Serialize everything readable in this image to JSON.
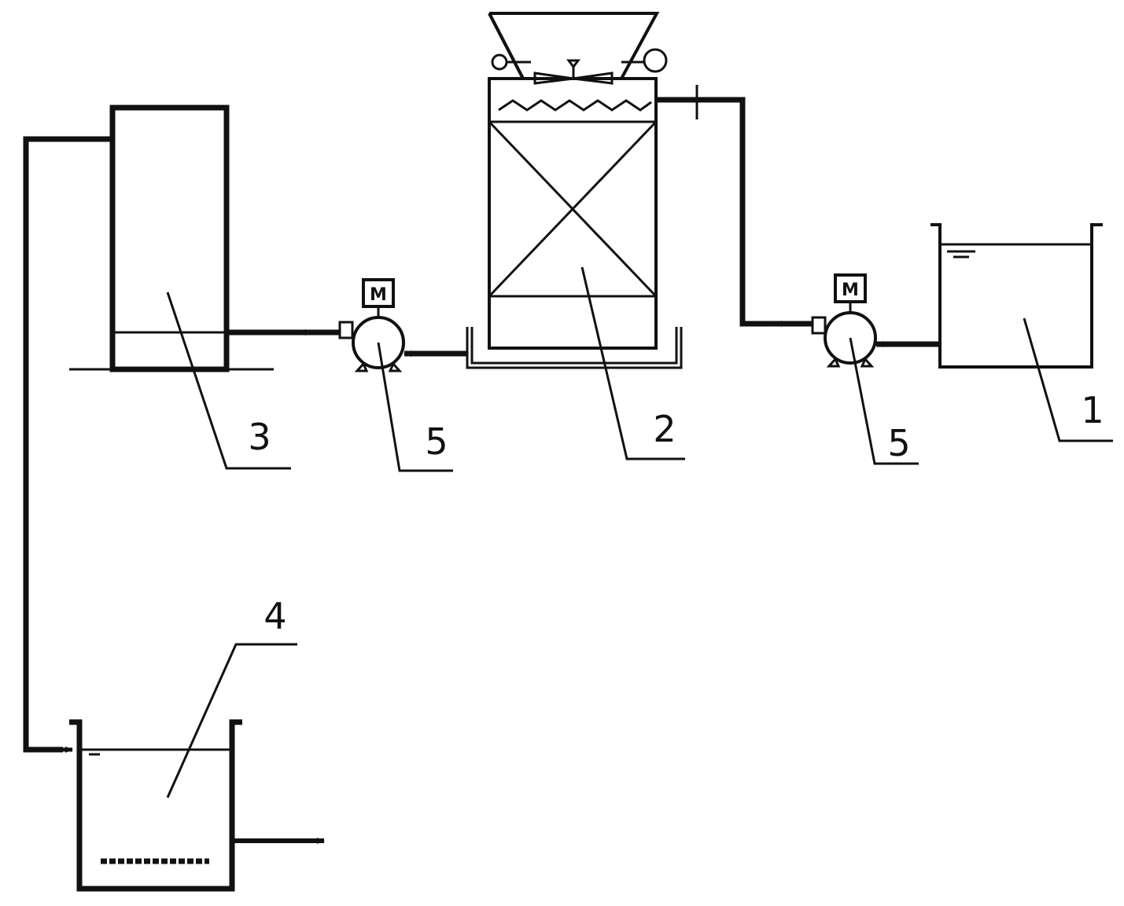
{
  "components": {
    "raw_tank": {
      "label": "1"
    },
    "cooling_tower": {
      "label": "2"
    },
    "column": {
      "label": "3"
    },
    "outlet_tank": {
      "label": "4"
    },
    "pump_left": {
      "label": "5",
      "motor": "M"
    },
    "pump_right": {
      "label": "5",
      "motor": "M"
    }
  }
}
